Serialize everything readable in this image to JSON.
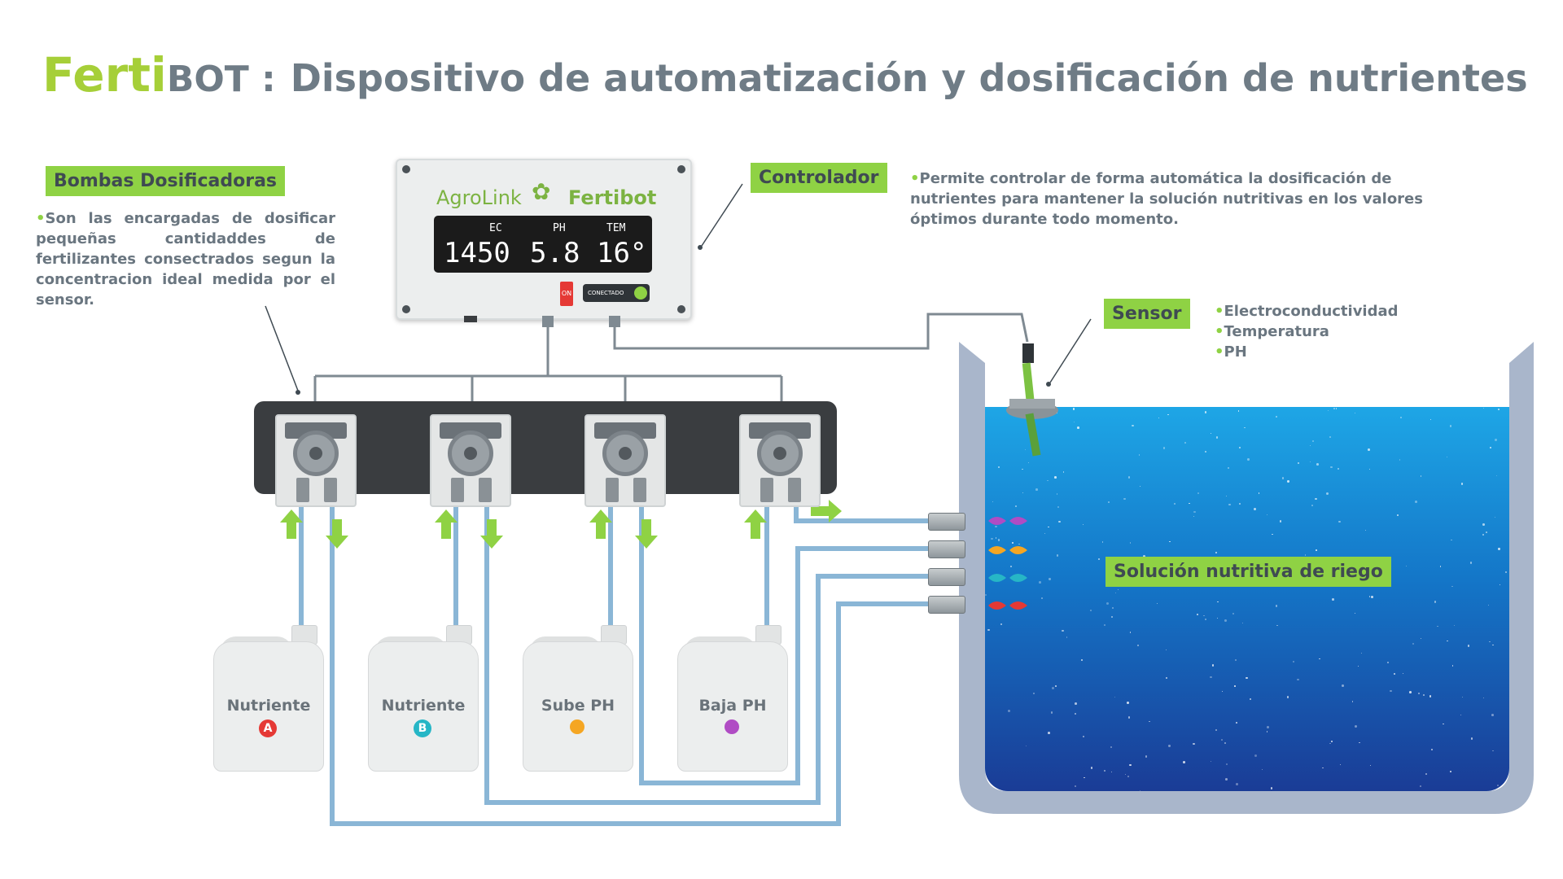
{
  "title": {
    "brand_ferti": "Ferti",
    "brand_bot": "BOT :",
    "text": "Dispositivo de automatización y dosificación de nutrientes"
  },
  "bombas": {
    "label": "Bombas Dosificadoras",
    "description": "Son las encargadas de dosificar pequeñas cantidaddes de fertilizantes consectrados segun la concentracion ideal medida por el sensor."
  },
  "controlador": {
    "label": "Controlador",
    "description": "Permite controlar de forma automática la dosificación de nutrientes para mantener la solución nutritivas en los valores óptimos durante todo momento."
  },
  "sensor": {
    "label": "Sensor",
    "items": [
      "Electroconductividad",
      "Temperatura",
      "PH"
    ]
  },
  "tank": {
    "label": "Solución nutritiva de riego"
  },
  "device": {
    "brand_left": "AgroLink",
    "brand_right": "Fertibot",
    "readings": [
      {
        "label": "EC",
        "value": "1450"
      },
      {
        "label": "PH",
        "value": "5.8"
      },
      {
        "label": "TEM",
        "value": "16°"
      }
    ],
    "power": "ON",
    "status": "CONECTADO"
  },
  "jugs": [
    {
      "label": "Nutriente",
      "badge": "A",
      "color": "#e53935"
    },
    {
      "label": "Nutriente",
      "badge": "B",
      "color": "#26b6c6"
    },
    {
      "label": "Sube PH",
      "badge": "",
      "color": "#f5a623"
    },
    {
      "label": "Baja PH",
      "badge": "",
      "color": "#b04cc4"
    }
  ],
  "colors": {
    "accent_green": "#8fd244",
    "text_gray": "#6f7c86",
    "pipe_blue": "#8ab6d6",
    "tube_gray": "#7f8a92",
    "tank_wall": "#a9b6cb",
    "drops": [
      "#b04cc4",
      "#f5a623",
      "#26b6c6",
      "#e53935"
    ]
  }
}
